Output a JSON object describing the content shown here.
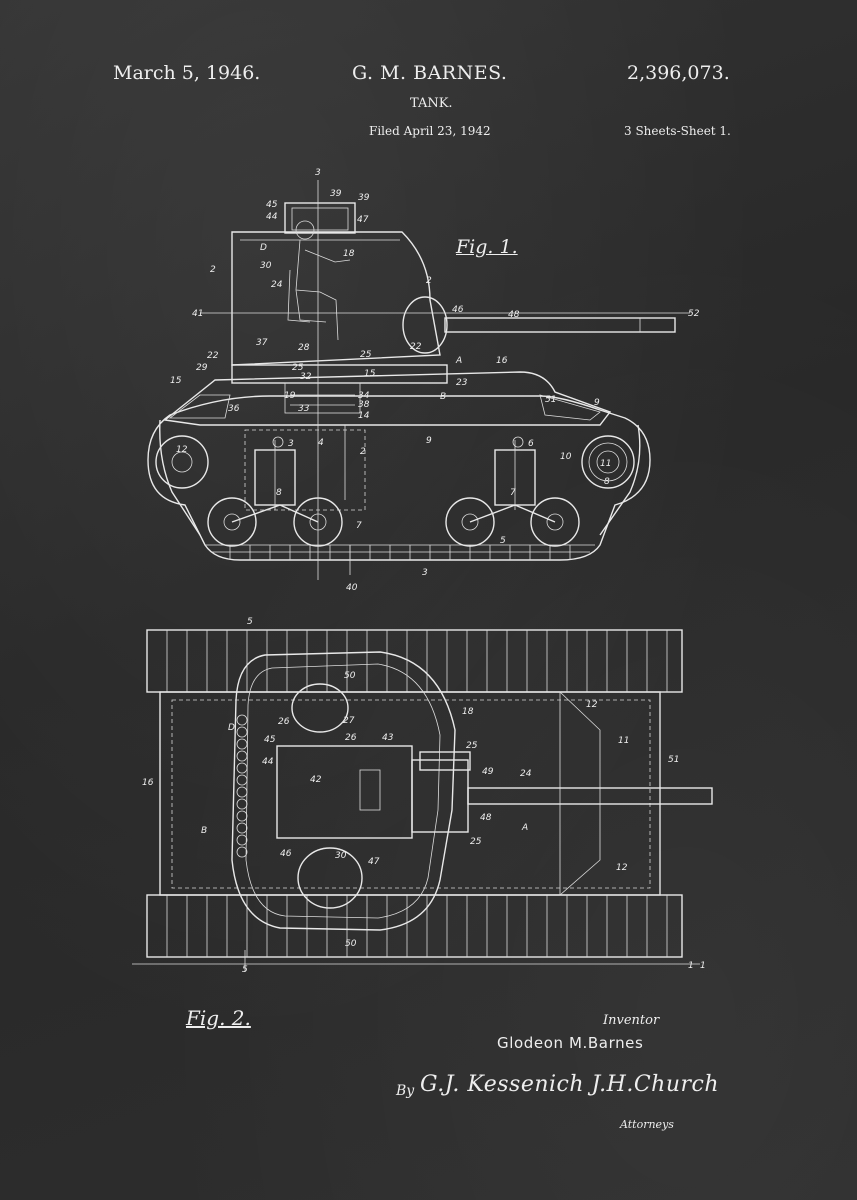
{
  "header": {
    "date": "March 5, 1946.",
    "inventor_name": "G. M. BARNES.",
    "patent_number": "2,396,073.",
    "title": "TANK.",
    "filed": "Filed April 23, 1942",
    "sheets": "3 Sheets-Sheet 1."
  },
  "figures": {
    "fig1_label": "Fig. 1.",
    "fig2_label": "Fig. 2.",
    "fig1_refs": [
      "3",
      "40",
      "41",
      "52",
      "39",
      "39",
      "45",
      "44",
      "47",
      "D",
      "30",
      "18",
      "2",
      "24",
      "2",
      "48",
      "46",
      "37",
      "28",
      "25",
      "22",
      "22",
      "A",
      "16",
      "15",
      "29",
      "25",
      "32",
      "15",
      "23",
      "B",
      "36",
      "19",
      "33",
      "34",
      "38",
      "14",
      "51",
      "9",
      "3",
      "4",
      "2",
      "9",
      "6",
      "12",
      "10",
      "11",
      "8",
      "8",
      "7",
      "7",
      "5",
      "3"
    ],
    "fig2_refs": [
      "5",
      "50",
      "18",
      "D",
      "26",
      "27",
      "26",
      "43",
      "25",
      "12",
      "11",
      "51",
      "45",
      "44",
      "49",
      "24",
      "16",
      "42",
      "B",
      "48",
      "A",
      "25",
      "46",
      "30",
      "47",
      "12",
      "50",
      "5",
      "1",
      "1"
    ]
  },
  "signature": {
    "inventor_label": "Inventor",
    "inventor_name": "Glodeon M.Barnes",
    "by_label": "By",
    "attorneys_signature": "G.J. Kessenich J.H.Church",
    "attorneys_label": "Attorneys"
  },
  "colors": {
    "background": "#2c2c2c",
    "ink": "#ececec"
  }
}
